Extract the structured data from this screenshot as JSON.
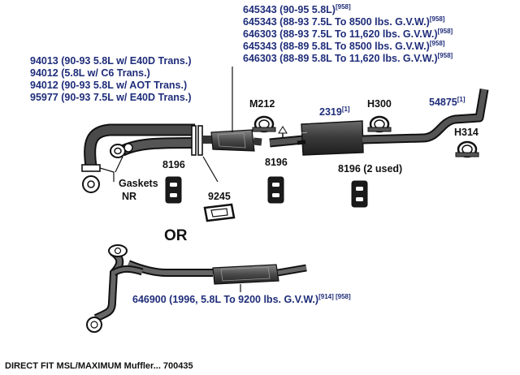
{
  "colors": {
    "label": "#1f2d7a",
    "part": "#3a3a3a",
    "outline": "#111111",
    "background": "#ffffff"
  },
  "top_right_labels": [
    {
      "text": "645343 (90-95 5.8L)",
      "sup": "[958]"
    },
    {
      "text": "645343 (88-93 7.5L To 8500 lbs. G.V.W.)",
      "sup": "[958]"
    },
    {
      "text": "646303 (88-93 7.5L To 11,620 lbs. G.V.W.)",
      "sup": "[958]"
    },
    {
      "text": "645343 (88-89 5.8L To 8500 lbs. G.V.W.)",
      "sup": "[958]"
    },
    {
      "text": "646303 (88-89 5.8L To 11,620 lbs. G.V.W.)",
      "sup": "[958]"
    }
  ],
  "left_labels": [
    {
      "text": "94013 (90-93 5.8L w/ E40D Trans.)"
    },
    {
      "text": "94012 (5.8L w/ C6 Trans.)"
    },
    {
      "text": "94012 (90-93 5.8L w/ AOT Trans.)"
    },
    {
      "text": "95977 (90-93 7.5L w/ E40D Trans.)"
    }
  ],
  "parts": {
    "m212": "M212",
    "p2319": "2319",
    "p2319_sup": "[1]",
    "h300": "H300",
    "p54875": "54875",
    "p54875_sup": "[1]",
    "h314": "H314",
    "hanger_left": "8196",
    "hanger_mid": "8196",
    "hanger_right": "8196 (2 used)",
    "p9245": "9245",
    "gaskets": "Gaskets",
    "nr": "NR"
  },
  "or_label": "OR",
  "alt_part": {
    "text": "646900 (1996, 5.8L To 9200 lbs. G.V.W.)",
    "sup": "[914] [958]"
  },
  "footer": "DIRECT FIT MSL/MAXIMUM Muffler... 700435"
}
